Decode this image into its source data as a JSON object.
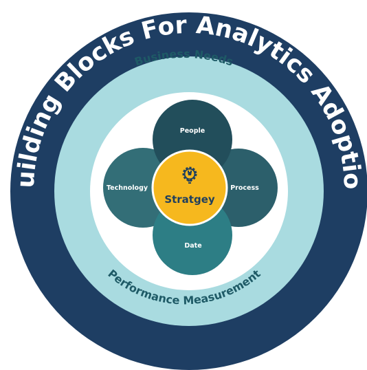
{
  "title": "Building Blocks For Analytics Adoption",
  "rings": {
    "top_label": "Business Needs",
    "bottom_label": "Performance Measurement"
  },
  "pillars": {
    "top": "People",
    "right": "Process",
    "bottom": "Date",
    "left": "Technology"
  },
  "core": {
    "label": "Stratgey",
    "icon": "gear-bulb-icon"
  },
  "colors": {
    "outer_ring": "#1e3e63",
    "middle_ring": "#a9dbe0",
    "inner_disc": "#ffffff",
    "petal_top": "#224e5b",
    "petal_right": "#2c5f6b",
    "petal_bottom": "#2d7e85",
    "petal_left": "#336e77",
    "core": "#f6b81e",
    "core_text": "#1f3f5e",
    "ring_text": "#1e5a66",
    "title_text": "#ffffff"
  }
}
